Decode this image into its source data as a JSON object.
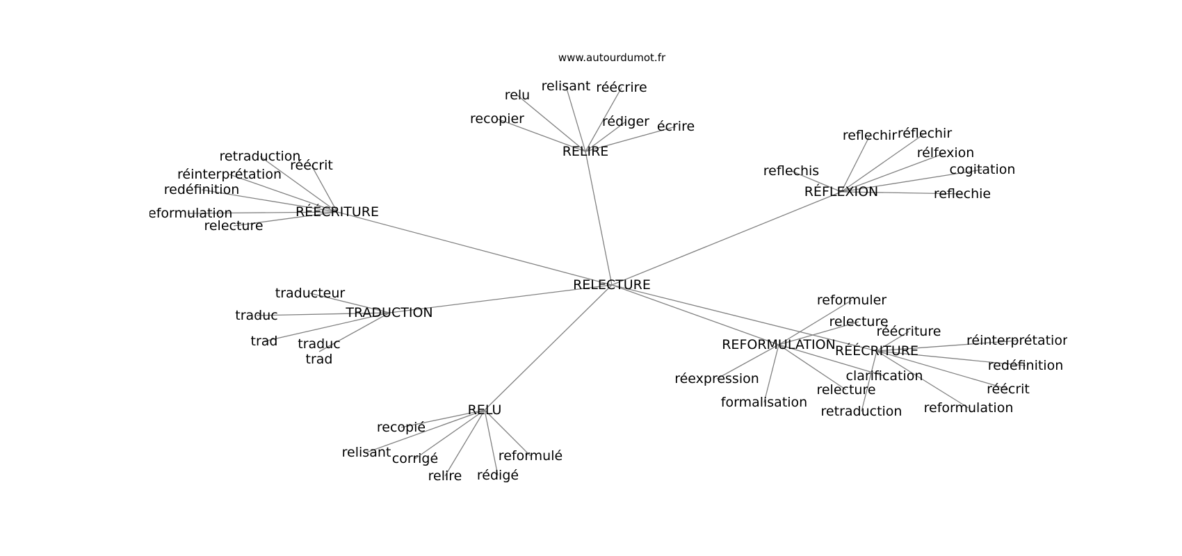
{
  "header": {
    "site": "www.autourdumot.fr"
  },
  "graph": {
    "root": "RELECTURE",
    "branches": [
      {
        "label": "RELIRE",
        "leaves": [
          "relu",
          "relisant",
          "réécrire",
          "recopier",
          "rédiger",
          "écrire"
        ]
      },
      {
        "label": "RÉÉCRITURE",
        "leaves": [
          "retraduction",
          "réécrit",
          "réinterprétation",
          "redéfinition",
          "reformulation",
          "relecture"
        ]
      },
      {
        "label": "RÉFLEXION",
        "leaves": [
          "reflechir",
          "réflechir",
          "rélfexion",
          "reflechis",
          "cogitation",
          "reflechie"
        ]
      },
      {
        "label": "TRADUCTION",
        "leaves": [
          "traducteur",
          "traduc",
          "trad",
          "traduc\ntrad"
        ]
      },
      {
        "label": "RELU",
        "leaves": [
          "recopié",
          "relisant",
          "corrigé",
          "relire",
          "rédigé",
          "reformulé"
        ]
      },
      {
        "label": "REFORMULATION",
        "leaves": [
          "reformuler",
          "relecture",
          "réexpression",
          "formalisation",
          "relecture",
          "clarification"
        ]
      },
      {
        "label": "RÉÉCRITURE",
        "leaves": [
          "réécriture",
          "réinterprétation",
          "redéfinition",
          "réécrit",
          "reformulation",
          "retraduction"
        ]
      }
    ]
  }
}
